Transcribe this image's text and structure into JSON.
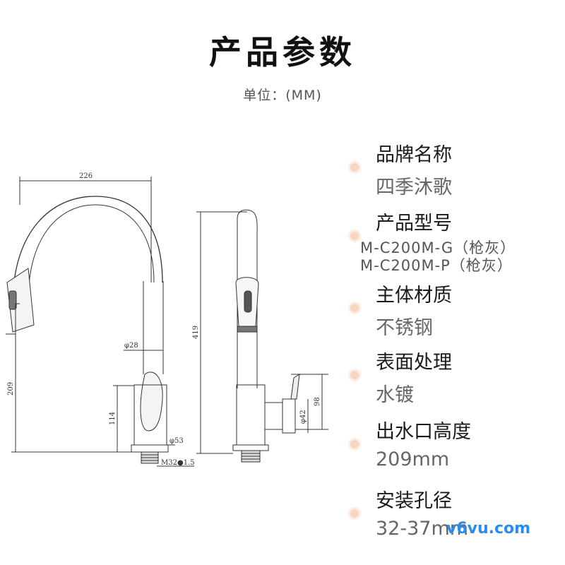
{
  "header": {
    "title": "产品参数",
    "unit": "单位：(MM)"
  },
  "drawing": {
    "dimensions": {
      "total_width": "226",
      "total_height": "419",
      "spout_height": "209",
      "body_height": "114",
      "pipe_diameter": "φ28",
      "base_diameter": "φ53",
      "thread": "M32●1.5",
      "handle_height": "98",
      "handle_diameter": "φ42"
    }
  },
  "specs": [
    {
      "label": "品牌名称",
      "value": "四季沐歌"
    },
    {
      "label": "产品型号",
      "values": [
        "M-C200M-G（枪灰）",
        "M-C200M-P（枪灰）"
      ]
    },
    {
      "label": "主体材质",
      "value": "不锈钢"
    },
    {
      "label": "表面处理",
      "value": "水镀"
    },
    {
      "label": "出水口高度",
      "value": "209mm"
    },
    {
      "label": "安装孔径",
      "value": "32-37mm"
    }
  ],
  "watermark": "v6vu.com",
  "colors": {
    "dot": "#f8d6c2",
    "watermark": "#2a8cf0"
  }
}
